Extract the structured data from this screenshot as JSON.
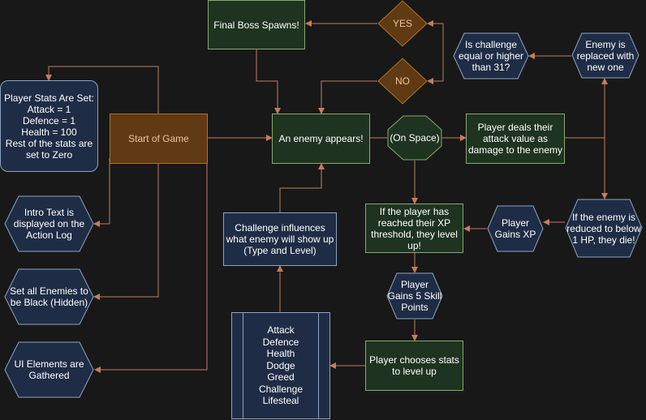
{
  "colors": {
    "background": "#181818",
    "edge": "#c57b5d",
    "green_fill": "#1e3320",
    "green_stroke": "#86a96c",
    "blue_fill": "#1f2c45",
    "blue_stroke": "#8ea3c2",
    "orange_fill": "#5f3a12",
    "orange_stroke": "#b0702d"
  },
  "nodes": {
    "final_boss": "Final Boss Spawns!",
    "yes": "YES",
    "no": "NO",
    "challenge_check": "Is challenge\nequal or higher\nthan 31?",
    "enemy_replaced": "Enemy is\nreplaced with\nnew one",
    "player_stats": "Player Stats Are Set:\nAttack = 1\nDefence = 1\nHealth = 100\nRest of the stats are\nset to Zero",
    "start_of_game": "Start of Game",
    "enemy_appears": "An enemy appears!",
    "on_space": "(On Space)",
    "player_deals": "Player deals their\nattack value as\ndamage to the enemy",
    "intro_text": "Intro Text is\ndisplayed on the\nAction Log",
    "challenge_influences": "Challenge influences\nwhat enemy will show up\n(Type and Level)",
    "xp_threshold": "If the player has\nreached their XP\nthreshold, they level\nup!",
    "player_gains_xp": "Player\nGains XP",
    "enemy_reduced": "If the enemy is\nreduced to below\n1 HP, they die!",
    "set_enemies_black": "Set all Enemies to\nbe Black (Hidden)",
    "skill_points": "Player\nGains 5 Skill\nPoints",
    "stats_list": [
      "Attack",
      "Defence",
      "Health",
      "Dodge",
      "Greed",
      "Challenge",
      "Lifesteal"
    ],
    "ui_elements": "UI Elements are\nGathered",
    "player_chooses": "Player chooses stats\nto level up"
  }
}
